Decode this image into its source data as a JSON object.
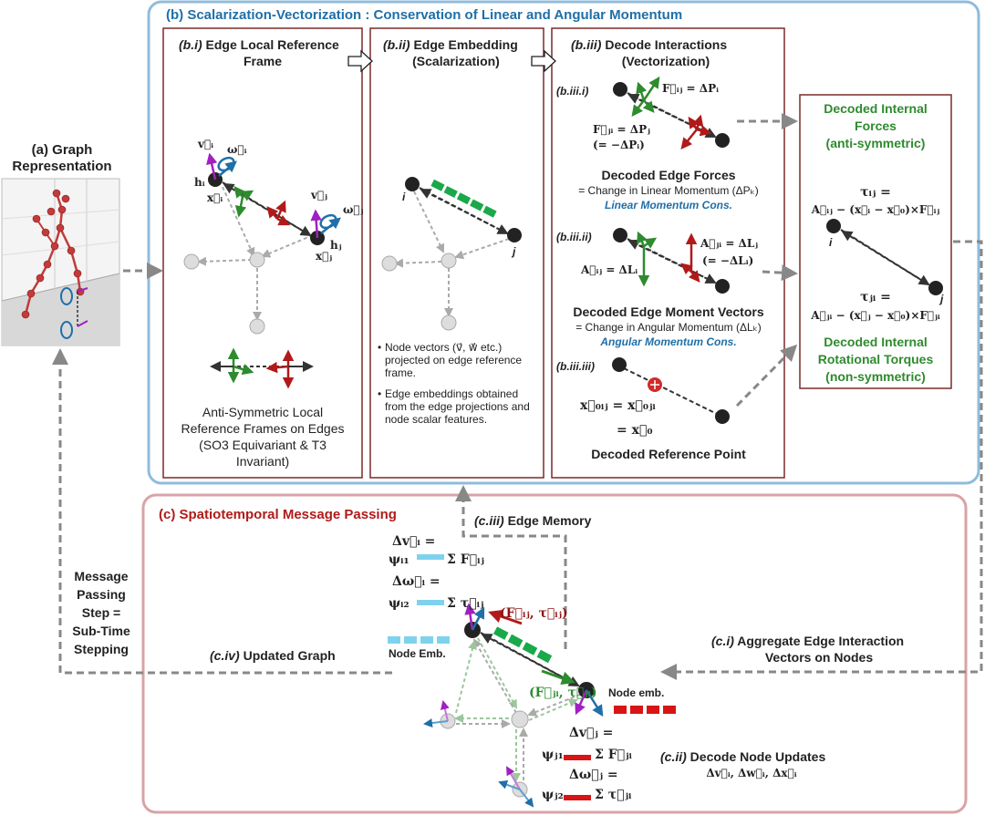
{
  "panel_a": {
    "title_line1": "(a) Graph",
    "title_line2": "Representation"
  },
  "panel_b": {
    "title": "(b) Scalarization-Vectorization : Conservation of Linear and Angular Momentum",
    "bi": {
      "label": "(b.i)",
      "title_rest": "Edge Local Reference",
      "title_line2": "Frame",
      "v_i": "v⃗ᵢ",
      "omega_i": "ω⃗ᵢ",
      "h_i": "hᵢ",
      "x_i": "x⃗ᵢ",
      "v_j": "v⃗ⱼ",
      "omega_j": "ω⃗ⱼ",
      "h_j": "hⱼ",
      "x_j": "x⃗ⱼ",
      "caption_line1": "Anti-Symmetric Local",
      "caption_line2": "Reference Frames on Edges",
      "caption_line3": "(SO3 Equivariant & T3",
      "caption_line4": "Invariant)"
    },
    "bii": {
      "label": "(b.ii)",
      "title_rest": "Edge Embedding",
      "title_line2": "(Scalarization)",
      "node_i": "i",
      "node_j": "j",
      "bullet1": "Node vectors (v⃗, w⃗ etc.) projected on edge reference frame.",
      "bullet2": "Edge embeddings obtained from the edge projections and node scalar features."
    },
    "biii": {
      "label": "(b.iii)",
      "title_rest": "Decode Interactions",
      "title_line2": "(Vectorization)",
      "sub1": "(b.iii.i)",
      "sub2": "(b.iii.ii)",
      "sub3": "(b.iii.iii)",
      "fij_eq": "F⃗ᵢⱼ = ΔPᵢ",
      "fji_eq_line1": "F⃗ⱼᵢ = ΔPⱼ",
      "fji_eq_line2": "(= −ΔPᵢ)",
      "forces_title": "Decoded Edge Forces",
      "forces_sub": "= Change in Linear Momentum (ΔPₖ)",
      "forces_cons": "Linear Momentum Cons.",
      "aji_eq_line1": "A⃗ⱼᵢ = ΔLⱼ",
      "aji_eq_line2": "(= −ΔLᵢ)",
      "aij_eq": "A⃗ᵢⱼ = ΔLᵢ",
      "moment_title": "Decoded Edge Moment Vectors",
      "moment_sub": "= Change in Angular Momentum (ΔLₖ)",
      "moment_cons": "Angular Momentum Cons.",
      "x0_eq_line1": "x⃗₀ᵢⱼ = x⃗₀ⱼᵢ",
      "x0_eq_line2": "= x⃗₀",
      "ref_title": "Decoded Reference Point"
    },
    "right": {
      "forces_line1": "Decoded Internal",
      "forces_line2": "Forces",
      "forces_line3": "(anti-symmetric)",
      "tau_ij_line1": "τᵢⱼ =",
      "tau_ij_line2": "A⃗ᵢⱼ − (x⃗ᵢ − x⃗₀)×F⃗ᵢⱼ",
      "node_i": "i",
      "node_j": "j",
      "tau_ji_line1": "τⱼᵢ =",
      "tau_ji_line2": "A⃗ⱼᵢ − (x⃗ⱼ − x⃗₀)×F⃗ⱼᵢ",
      "torques_line1": "Decoded Internal",
      "torques_line2": "Rotational Torques",
      "torques_line3": "(non-symmetric)"
    }
  },
  "panel_c": {
    "title": "(c) Spatiotemporal Message Passing",
    "ciii_label": "(c.iii)",
    "ciii_text": "Edge Memory",
    "dv_i": "Δv⃗ᵢ =",
    "psi_i1": "ψᵢ₁",
    "sum_fij": "Σ F⃗ᵢⱼ",
    "dw_i": "Δω⃗ᵢ =",
    "psi_i2": "ψᵢ₂",
    "sum_tij": "Σ τ⃗ᵢⱼ",
    "ftau_ij": "(F⃗ᵢⱼ, τ⃗ᵢⱼ)",
    "ftau_ji": "(F⃗ⱼᵢ, τ⃗ⱼᵢ)",
    "node_emb_left": "Node Emb.",
    "node_emb_right": "Node emb.",
    "civ_label": "(c.iv)",
    "civ_text": "Updated Graph",
    "ci_label": "(c.i)",
    "ci_text_line1": "Aggregate Edge Interaction",
    "ci_text_line2": "Vectors on Nodes",
    "dv_j": "Δv⃗ⱼ =",
    "psi_j1": "ψⱼ₁",
    "sum_fji": "Σ F⃗ⱼᵢ",
    "dw_j": "Δω⃗ⱼ =",
    "psi_j2": "ψⱼ₂",
    "sum_tji": "Σ τ⃗ⱼᵢ",
    "cii_label": "(c.ii)",
    "cii_text": "Decode Node Updates",
    "cii_sub": "Δv⃗ᵢ, Δw⃗ᵢ, Δx⃗ᵢ"
  },
  "loop": {
    "line1": "Message",
    "line2": "Passing",
    "line3": "Step =",
    "line4": "Sub-Time",
    "line5": "Stepping"
  }
}
